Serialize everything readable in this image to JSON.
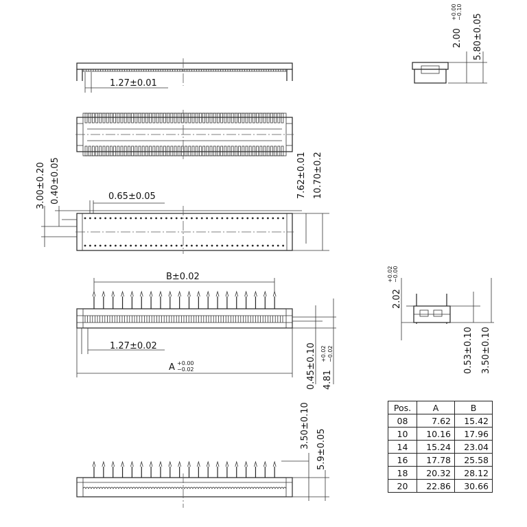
{
  "dims": {
    "top_pitch": "1.27±0.01",
    "top_h1": "2.00",
    "top_h1_tol_up": "+0.00",
    "top_h1_tol_dn": "−0.10",
    "top_h2": "5.80±0.05",
    "pcb_h1": "3.00±0.20",
    "pcb_h2": "0.40±0.05",
    "pad_w": "0.65±0.05",
    "pcb_w1": "7.62±0.01",
    "pcb_w2": "10.70±0.2",
    "b_dim": "B±0.02",
    "pitch2": "1.27±0.02",
    "a_dim": "A",
    "a_tol_up": "+0.00",
    "a_tol_dn": "−0.02",
    "side_d1": "0.45±0.10",
    "side_d2": "4.81",
    "side_d2_up": "+0.02",
    "side_d2_dn": "−0.02",
    "right_h": "2.02",
    "right_h_up": "+0.02",
    "right_h_dn": "−0.00",
    "right_d1": "0.53±0.10",
    "right_d2": "3.50±0.10",
    "bot_d1": "3.50±0.10",
    "bot_d2": "5.9±0.05"
  },
  "table": {
    "headers": [
      "Pos.",
      "A",
      "B"
    ],
    "rows": [
      [
        "08",
        "7.62",
        "15.42"
      ],
      [
        "10",
        "10.16",
        "17.96"
      ],
      [
        "14",
        "15.24",
        "23.04"
      ],
      [
        "16",
        "17.78",
        "25.58"
      ],
      [
        "18",
        "20.32",
        "28.12"
      ],
      [
        "20",
        "22.86",
        "30.66"
      ]
    ]
  }
}
